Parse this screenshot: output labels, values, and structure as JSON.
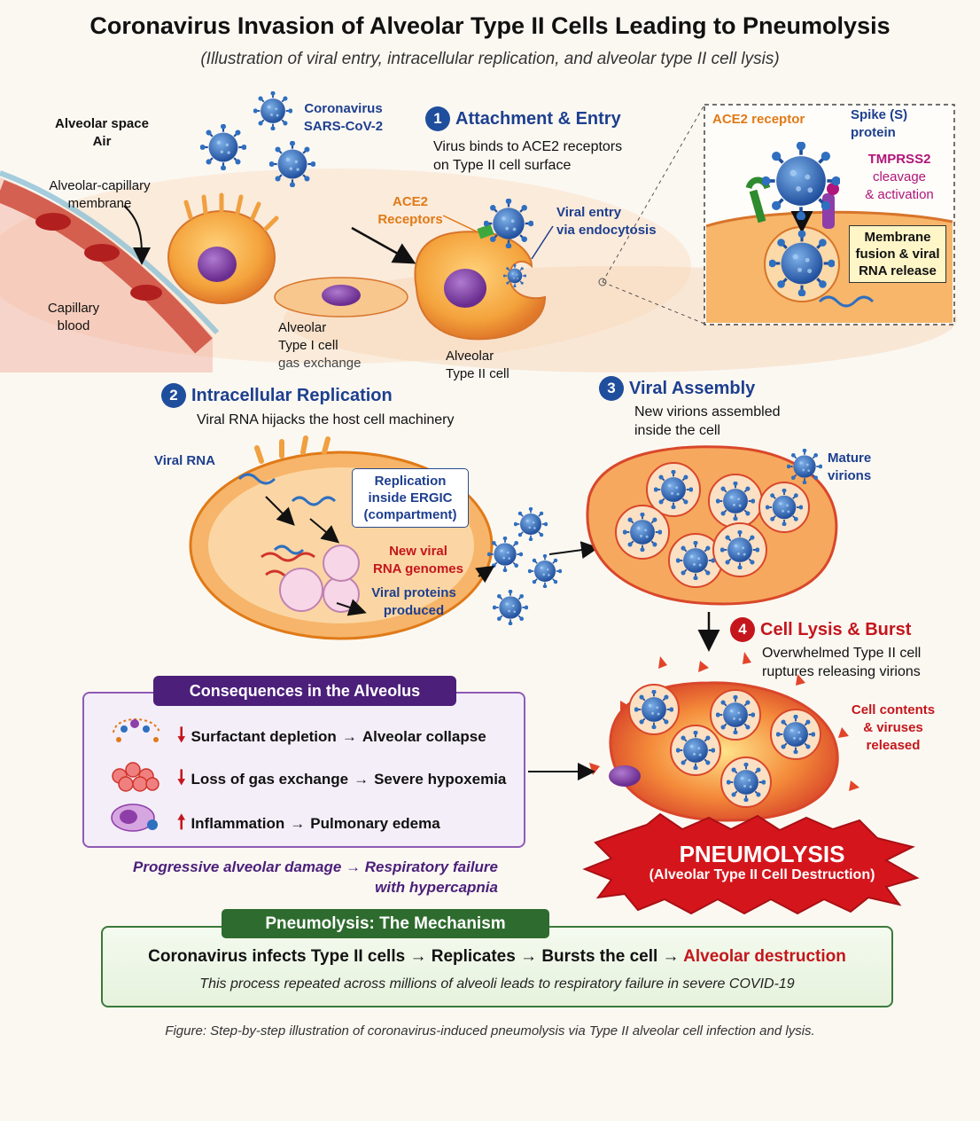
{
  "title": "Coronavirus Invasion of Alveolar Type II Cells Leading to Pneumolysis",
  "subtitle": "(Illustration of viral entry, intracellular replication, and alveolar type II cell lysis)",
  "top_labels": {
    "alveolar_space": [
      "Alveolar space",
      "Air"
    ],
    "virus": [
      "Coronavirus",
      "SARS-CoV-2"
    ],
    "membrane": [
      "Alveolar-capillary",
      "membrane"
    ],
    "capillary": [
      "Capillary",
      "blood"
    ],
    "type1": [
      "Alveolar",
      "Type I cell",
      "gas exchange"
    ],
    "type2": [
      "Alveolar",
      "Type II cell"
    ],
    "ace2": [
      "ACE2",
      "Receptors"
    ],
    "viral_entry": [
      "Viral entry",
      "via endocytosis"
    ]
  },
  "inset": {
    "ace2": "ACE2 receptor",
    "spike": [
      "Spike (S)",
      "protein"
    ],
    "tmprss2": [
      "TMPRSS2",
      "cleavage",
      "& activation"
    ],
    "fusion": [
      "Membrane",
      "fusion & viral",
      "RNA release"
    ]
  },
  "steps": [
    {
      "num": "1",
      "title": "Attachment & Entry",
      "desc": [
        "Virus binds to ACE2 receptors",
        "on Type II cell surface"
      ]
    },
    {
      "num": "2",
      "title": "Intracellular Replication",
      "desc": [
        "Viral RNA hijacks the host cell machinery"
      ]
    },
    {
      "num": "3",
      "title": "Viral Assembly",
      "desc": [
        "New virions assembled",
        "inside the cell"
      ]
    },
    {
      "num": "4",
      "title": "Cell Lysis & Burst",
      "desc": [
        "Overwhelmed Type II cell",
        "ruptures releasing virions"
      ]
    }
  ],
  "replication": {
    "viral_rna": "Viral RNA",
    "ergic": [
      "Replication",
      "inside ERGIC",
      "(compartment)"
    ],
    "genomes": [
      "New viral",
      "RNA genomes"
    ],
    "proteins": [
      "Viral proteins",
      "produced"
    ]
  },
  "assembly": {
    "mature": [
      "Mature",
      "virions"
    ]
  },
  "lysis": {
    "contents": [
      "Cell contents",
      "& viruses",
      "released"
    ]
  },
  "consequences": {
    "header": "Consequences in the Alveolus",
    "rows": [
      {
        "dir": "down",
        "cause": "Surfactant depletion",
        "effect": "Alveolar collapse"
      },
      {
        "dir": "down",
        "cause": "Loss of gas exchange",
        "effect": "Severe hypoxemia"
      },
      {
        "dir": "up",
        "cause": "Inflammation",
        "effect": "Pulmonary edema"
      }
    ],
    "progress": [
      "Progressive alveolar damage → Respiratory failure",
      "with hypercapnia"
    ]
  },
  "pneumolysis": {
    "title": "PNEUMOLYSIS",
    "sub": "(Alveolar Type II Cell Destruction)"
  },
  "mechanism": {
    "header": "Pneumolysis: The Mechanism",
    "line_main": "Coronavirus infects Type II cells → Replicates → Bursts the cell → ",
    "line_highlight": "Alveolar destruction",
    "line2": "This process repeated across millions of alveoli leads to respiratory failure in severe COVID-19"
  },
  "caption": "Figure: Step-by-step illustration of coronavirus-induced pneumolysis via Type II alveolar cell infection and lysis.",
  "colors": {
    "navy": "#1d3f8f",
    "red": "#c4161c",
    "orange": "#e07a18",
    "purple": "#4b1f7a",
    "green": "#2e6b2e",
    "virus": "#2f6fc0",
    "cell": "#f4a33c"
  }
}
